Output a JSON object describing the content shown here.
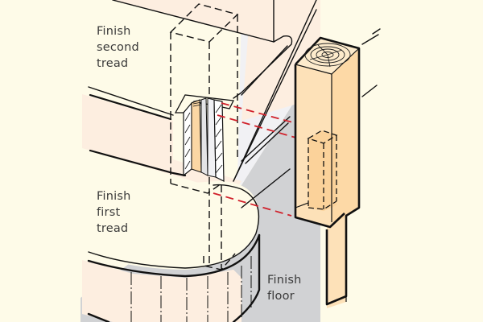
{
  "diagram": {
    "subject": "Newel post notched over first-tread riser and second-tread framing",
    "labels": {
      "second_tread": [
        "Finish",
        "second",
        "tread"
      ],
      "first_tread": [
        "Finish",
        "first",
        "tread"
      ],
      "floor": [
        "Finish",
        "floor"
      ]
    },
    "colors": {
      "background": "#fefbe8",
      "wall": "#fdeee0",
      "floor_gray": "#d1d2d4",
      "light_gray": "#f1f1f4",
      "post_wood": "#fde1b8",
      "post_shadow": "#fbd6a4",
      "ink": "#111111",
      "alignment_line": "#d0202a"
    }
  }
}
